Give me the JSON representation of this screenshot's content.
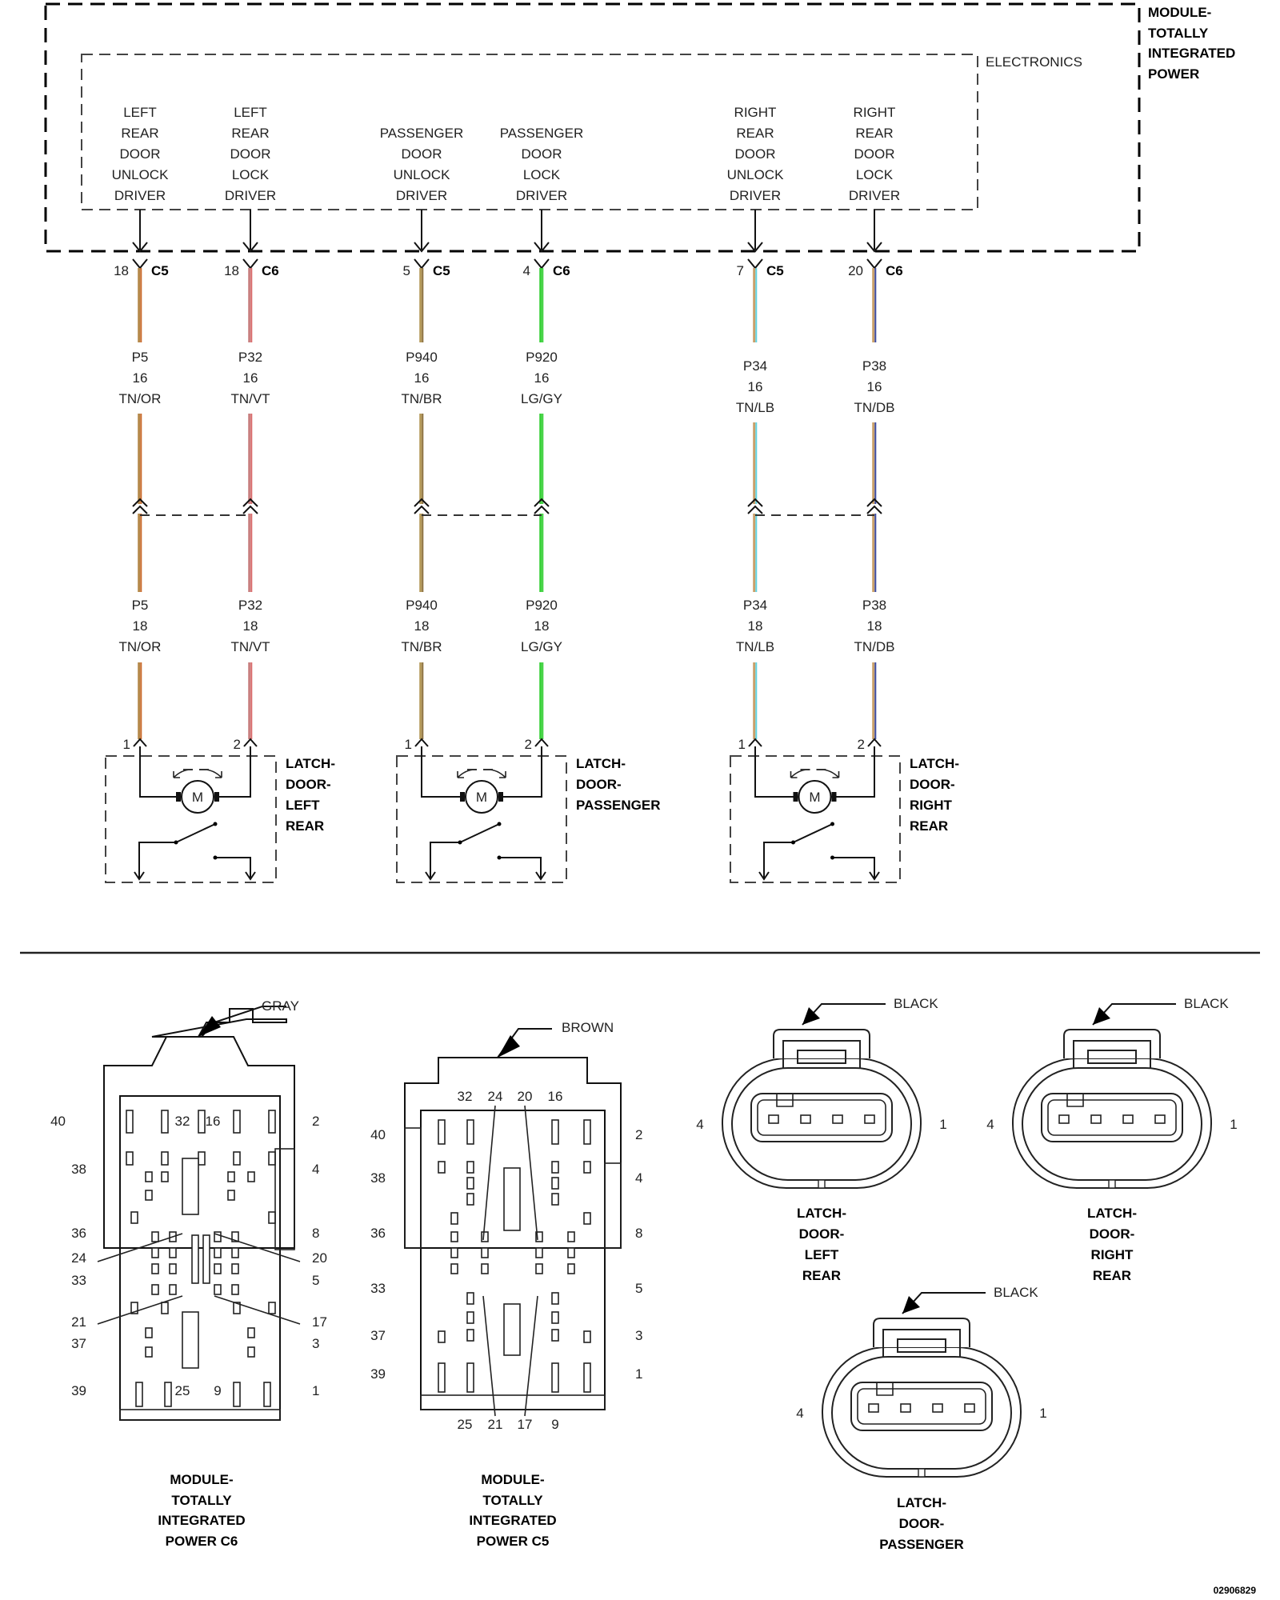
{
  "module": {
    "title_lines": [
      "MODULE-",
      "TOTALLY",
      "INTEGRATED",
      "POWER"
    ],
    "electronics_label": "ELECTRONICS"
  },
  "drivers": [
    {
      "lines": [
        "LEFT",
        "REAR",
        "DOOR",
        "UNLOCK",
        "DRIVER"
      ],
      "pin": "18",
      "connector": "C5",
      "wire_top": {
        "circuit": "P5",
        "gauge": "16",
        "color": "TN/OR"
      },
      "wire_bottom": {
        "circuit": "P5",
        "gauge": "18",
        "color": "TN/OR"
      },
      "latch_pin": "1",
      "colors": [
        "#b5894a",
        "#c96a2b"
      ]
    },
    {
      "lines": [
        "LEFT",
        "REAR",
        "DOOR",
        "LOCK",
        "DRIVER"
      ],
      "pin": "18",
      "connector": "C6",
      "wire_top": {
        "circuit": "P32",
        "gauge": "16",
        "color": "TN/VT"
      },
      "wire_bottom": {
        "circuit": "P32",
        "gauge": "18",
        "color": "TN/VT"
      },
      "latch_pin": "2",
      "colors": [
        "#c98080",
        "#d96c6c"
      ]
    },
    {
      "lines": [
        "PASSENGER",
        "DOOR",
        "UNLOCK",
        "DRIVER"
      ],
      "pin": "5",
      "connector": "C5",
      "wire_top": {
        "circuit": "P940",
        "gauge": "16",
        "color": "TN/BR"
      },
      "wire_bottom": {
        "circuit": "P940",
        "gauge": "18",
        "color": "TN/BR"
      },
      "latch_pin": "1",
      "colors": [
        "#b59a5a",
        "#8a6e3a"
      ]
    },
    {
      "lines": [
        "PASSENGER",
        "DOOR",
        "LOCK",
        "DRIVER"
      ],
      "pin": "4",
      "connector": "C6",
      "wire_top": {
        "circuit": "P920",
        "gauge": "16",
        "color": "LG/GY"
      },
      "wire_bottom": {
        "circuit": "P920",
        "gauge": "18",
        "color": "LG/GY"
      },
      "latch_pin": "2",
      "colors": [
        "#3ad13a",
        "#3ad13a"
      ]
    },
    {
      "lines": [
        "RIGHT",
        "REAR",
        "DOOR",
        "UNLOCK",
        "DRIVER"
      ],
      "pin": "7",
      "connector": "C5",
      "wire_top": {
        "circuit": "P34",
        "gauge": "16",
        "color": "TN/LB"
      },
      "wire_bottom": {
        "circuit": "P34",
        "gauge": "18",
        "color": "TN/LB"
      },
      "latch_pin": "1",
      "colors": [
        "#c9a06a",
        "#5fd3e0"
      ]
    },
    {
      "lines": [
        "RIGHT",
        "REAR",
        "DOOR",
        "LOCK",
        "DRIVER"
      ],
      "pin": "20",
      "connector": "C6",
      "wire_top": {
        "circuit": "P38",
        "gauge": "16",
        "color": "TN/DB"
      },
      "wire_bottom": {
        "circuit": "P38",
        "gauge": "18",
        "color": "TN/DB"
      },
      "latch_pin": "2",
      "colors": [
        "#c9a06a",
        "#3a4aa0"
      ]
    }
  ],
  "latches": [
    {
      "lines": [
        "LATCH-",
        "DOOR-",
        "LEFT",
        "REAR"
      ]
    },
    {
      "lines": [
        "LATCH-",
        "DOOR-",
        "PASSENGER"
      ]
    },
    {
      "lines": [
        "LATCH-",
        "DOOR-",
        "RIGHT",
        "REAR"
      ]
    }
  ],
  "motor_label": "M",
  "connectors": {
    "c6": {
      "color_label": "GRAY",
      "name_lines": [
        "MODULE-",
        "TOTALLY",
        "INTEGRATED",
        "POWER C6"
      ],
      "pins_left": [
        "40",
        "38",
        "36",
        "24",
        "33",
        "21",
        "37",
        "39"
      ],
      "pins_right": [
        "2",
        "4",
        "8",
        "20",
        "5",
        "17",
        "3",
        "1"
      ],
      "pins_top": [
        "32",
        "16"
      ],
      "pins_bottom": [
        "25",
        "9"
      ]
    },
    "c5": {
      "color_label": "BROWN",
      "name_lines": [
        "MODULE-",
        "TOTALLY",
        "INTEGRATED",
        "POWER C5"
      ],
      "pins_left": [
        "40",
        "38",
        "36",
        "33",
        "37",
        "39"
      ],
      "pins_right": [
        "2",
        "4",
        "8",
        "5",
        "3",
        "1"
      ],
      "pins_top": [
        "32",
        "24",
        "20",
        "16"
      ],
      "pins_bottom": [
        "25",
        "21",
        "17",
        "9"
      ]
    },
    "latch_left_rear": {
      "color_label": "BLACK",
      "pin_left": "4",
      "pin_right": "1",
      "name_lines": [
        "LATCH-",
        "DOOR-",
        "LEFT",
        "REAR"
      ]
    },
    "latch_right_rear": {
      "color_label": "BLACK",
      "pin_left": "4",
      "pin_right": "1",
      "name_lines": [
        "LATCH-",
        "DOOR-",
        "RIGHT",
        "REAR"
      ]
    },
    "latch_passenger": {
      "color_label": "BLACK",
      "pin_left": "4",
      "pin_right": "1",
      "name_lines": [
        "LATCH-",
        "DOOR-",
        "PASSENGER"
      ]
    }
  },
  "figure_id": "02906829"
}
